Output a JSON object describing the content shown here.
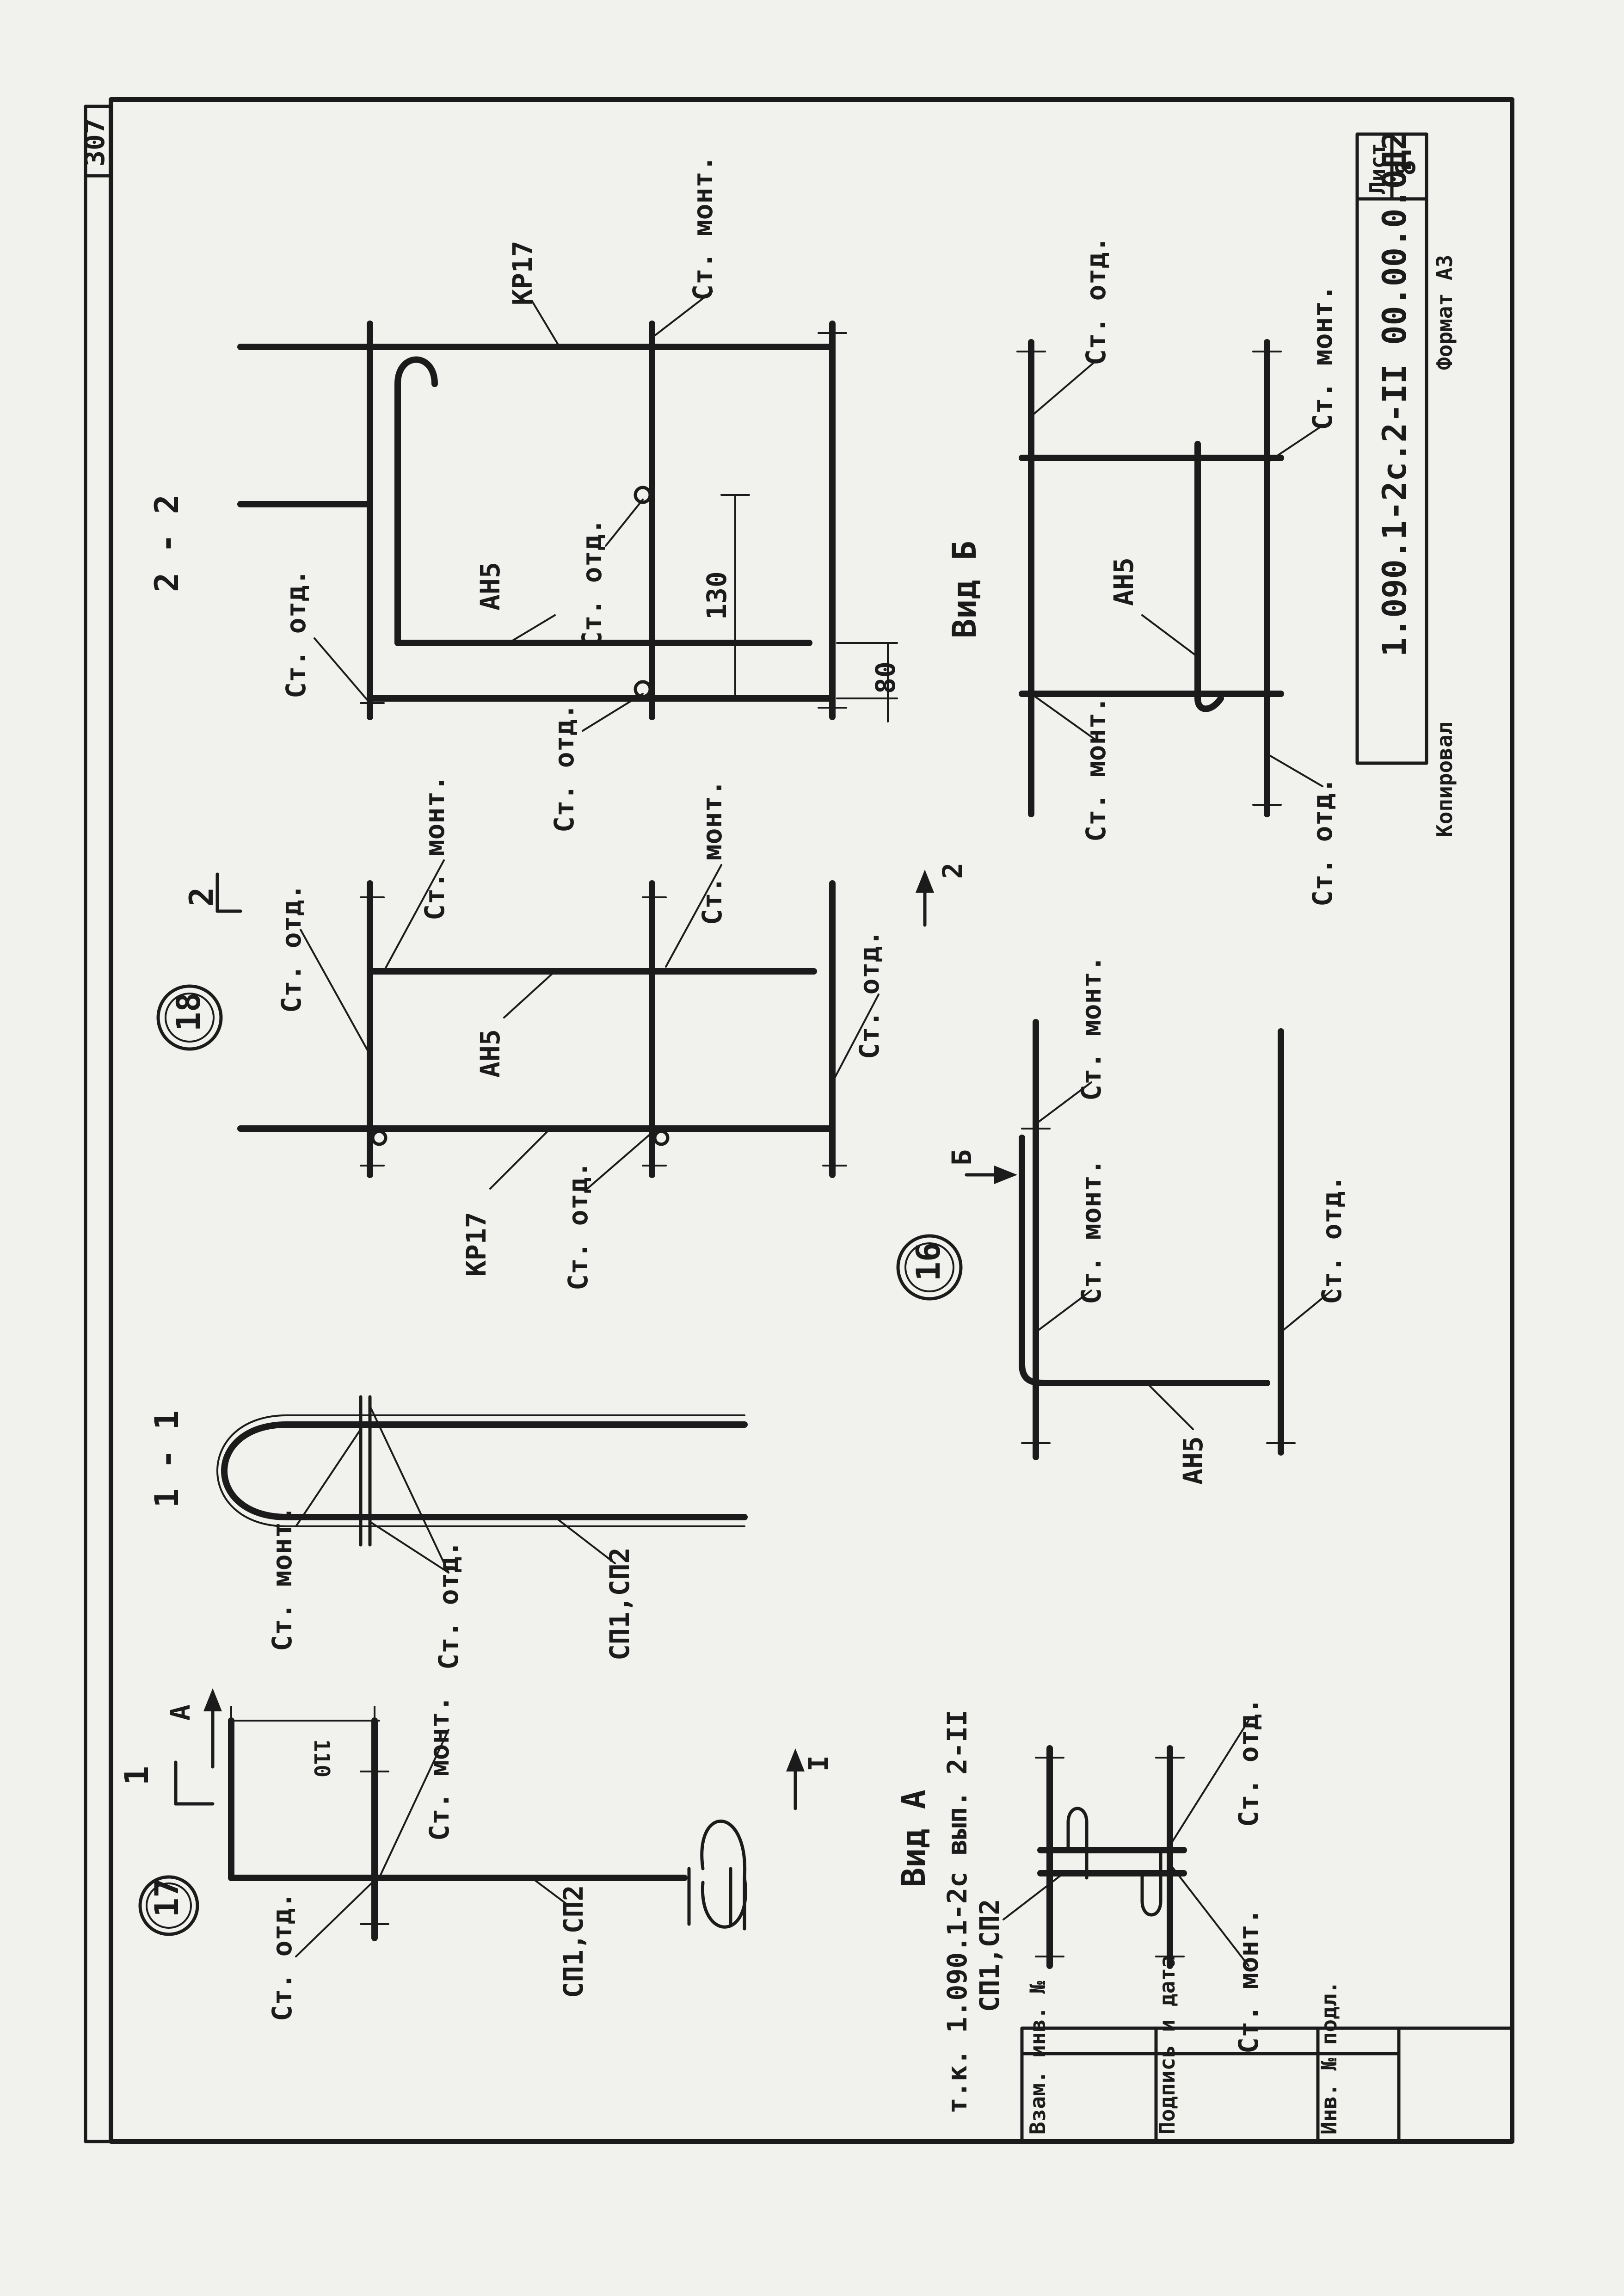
{
  "sheet": {
    "sheet_label": "Лист",
    "sheet_number": "8",
    "doc_code": "1.090.1-2с.2-II 00.00.0.0Д2",
    "format": "Формат А3",
    "checked": "Копировал",
    "corner_number": "307",
    "side_note": "т.к. 1.090.1-2с вып. 2-II",
    "stamp_cells": [
      "Инв. № подл.",
      "Подпись и дата",
      "Взам. инв. №"
    ]
  },
  "views": {
    "node17": {
      "marker": "17",
      "cut_arrow": "1",
      "cut_arrow2": "I",
      "view_arrow": "А",
      "dim": "110"
    },
    "section11": {
      "title": "1 - 1"
    },
    "node18": {
      "marker": "18",
      "cut_arrow": "2",
      "cut_arrow2": "2"
    },
    "section22": {
      "title": "2 - 2",
      "dim1": "130",
      "dim2": "80"
    },
    "node16": {
      "marker": "16",
      "view_arrow": "Б"
    },
    "viewA": {
      "title": "Вид А"
    },
    "viewB": {
      "title": "Вид Б"
    }
  },
  "labels": {
    "st_otd": "Ст. отд.",
    "st_mont": "Ст. монт.",
    "sp": "СП1,СП2",
    "an5": "АН5",
    "kr17": "КР17"
  }
}
